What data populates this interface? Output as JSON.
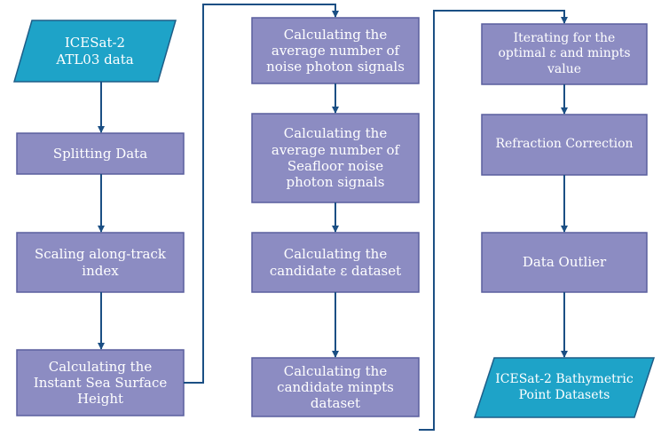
{
  "colors": {
    "process_fill": "#8C8CC2",
    "process_border": "#5A5F9E",
    "data_fill": "#1EA3C8",
    "data_border": "#1E5E88",
    "arrow": "#1B4F84"
  },
  "nodes": {
    "atl03_input": "ICESat-2\nATL03 data",
    "splitting_data": "Splitting Data",
    "scaling_index": "Scaling along-track\nindex",
    "instant_sea_surface": "Calculating the\nInstant Sea Surface\nHeight",
    "avg_noise_signals": "Calculating the\naverage number of\nnoise photon signals",
    "avg_seafloor_noise": "Calculating the\naverage number of\nSeafloor noise\nphoton signals",
    "candidate_eps": "Calculating the\ncandidate ε dataset",
    "candidate_minpts": "Calculating the\ncandidate minpts\ndataset",
    "iterating_optimal": "Iterating for the\noptimal ε and minpts\nvalue",
    "refraction_correction": "Refraction Correction",
    "data_outlier": "Data Outlier",
    "bathymetric_output": "ICESat-2 Bathymetric\nPoint Datasets"
  }
}
